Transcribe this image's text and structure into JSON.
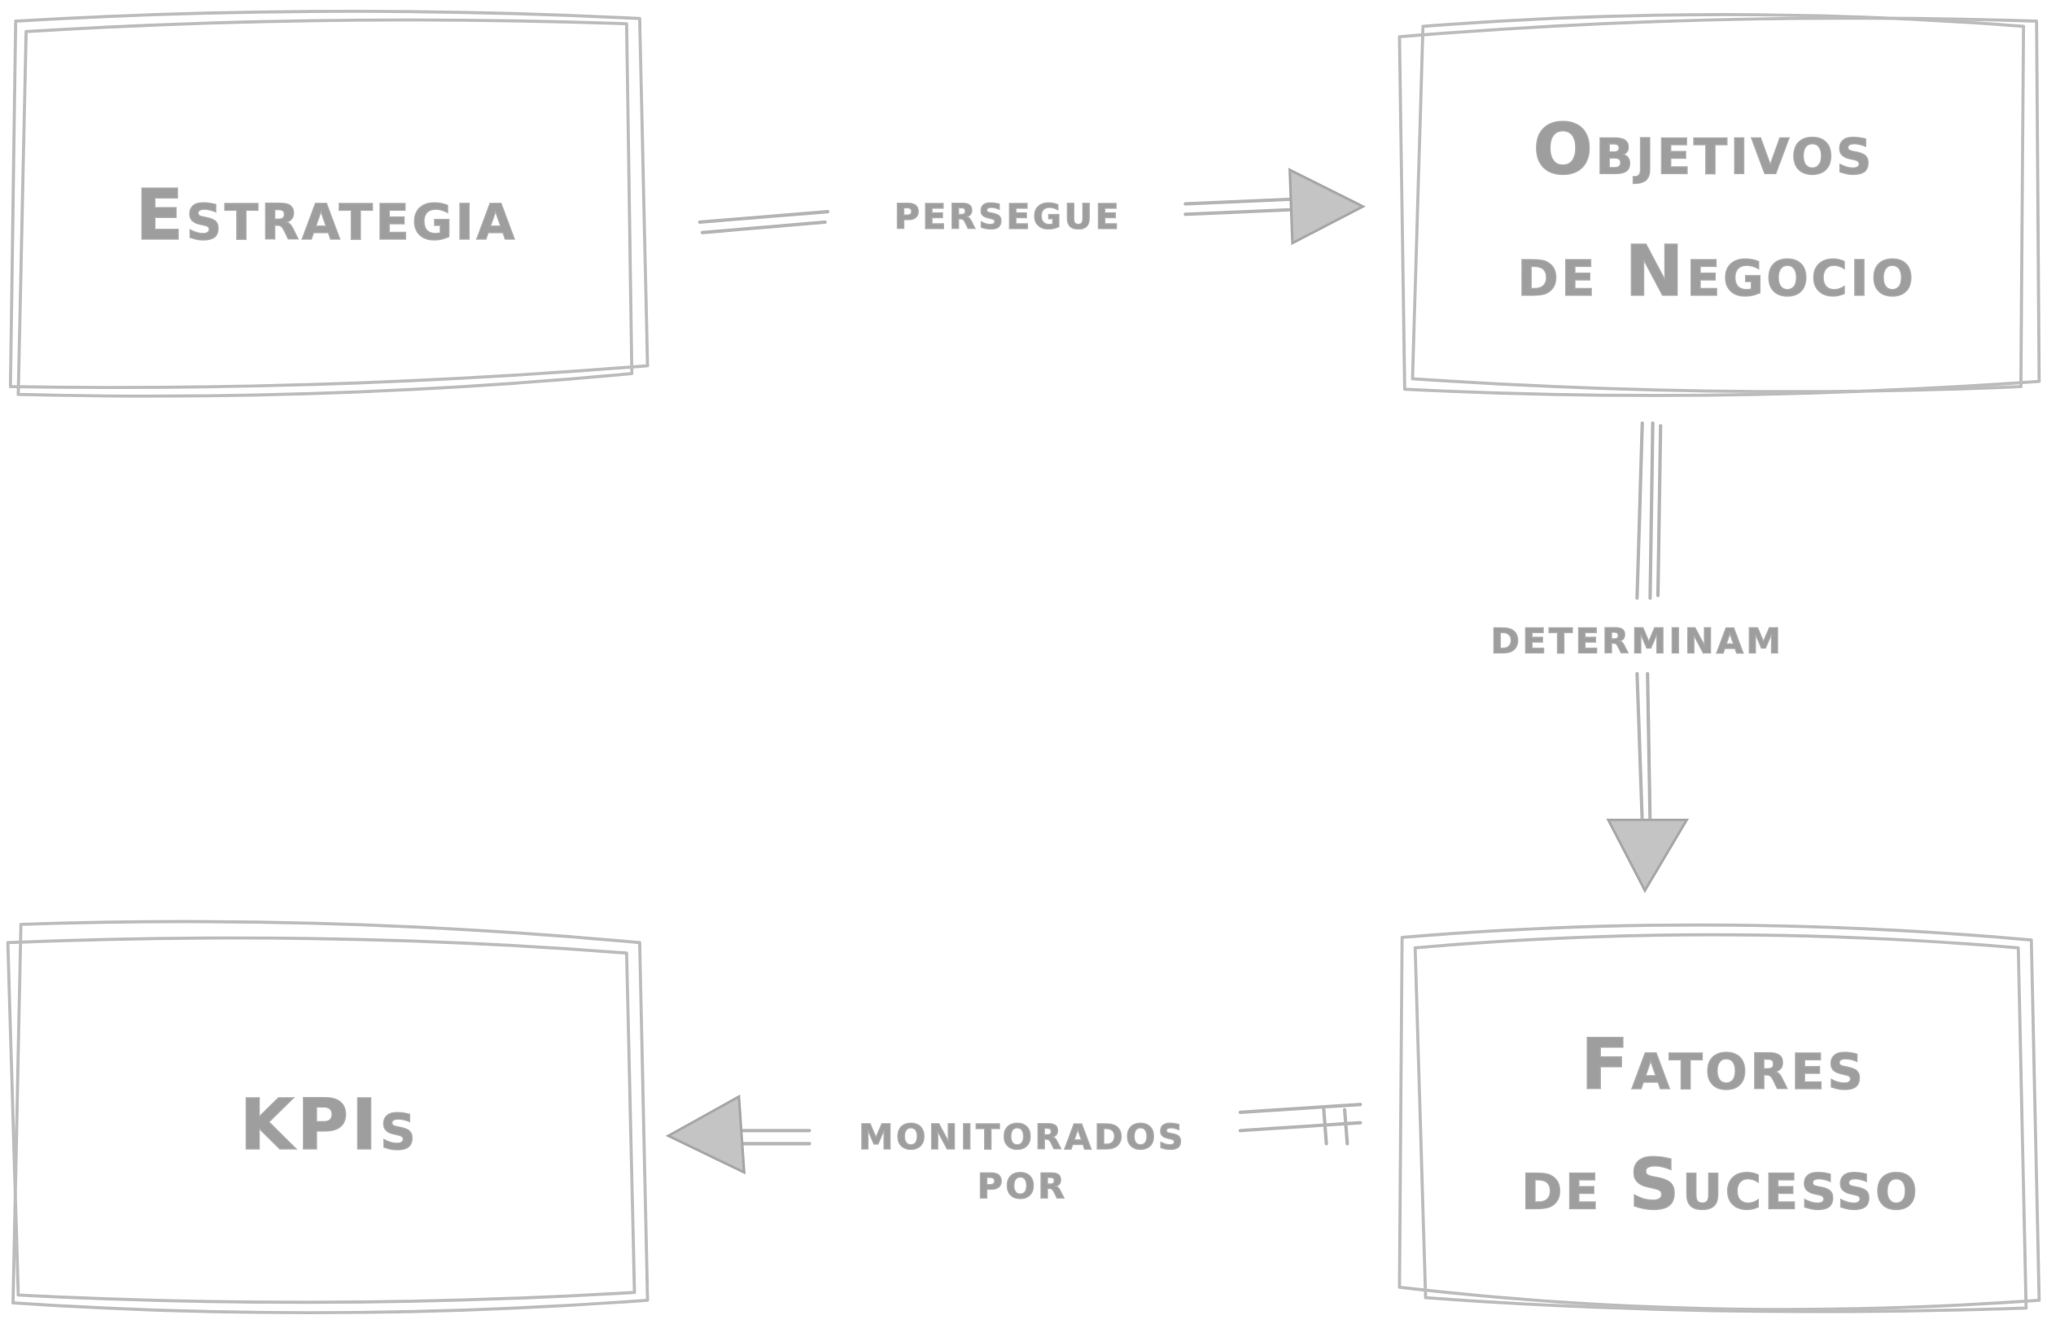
{
  "diagram": {
    "nodes": {
      "estrategia": "Estrategia",
      "objetivos_line1": "Objetivos",
      "objetivos_line2": "de Negocio",
      "fatores_line1": "Fatores",
      "fatores_line2": "de Sucesso",
      "kpis": "KPIs"
    },
    "edges": {
      "persegue": "persegue",
      "determinam": "determinam",
      "monitorados_line1": "monitorados",
      "monitorados_line2": "por"
    },
    "colors": {
      "stroke": "#f4f4f4",
      "background": "#ffffff"
    }
  }
}
